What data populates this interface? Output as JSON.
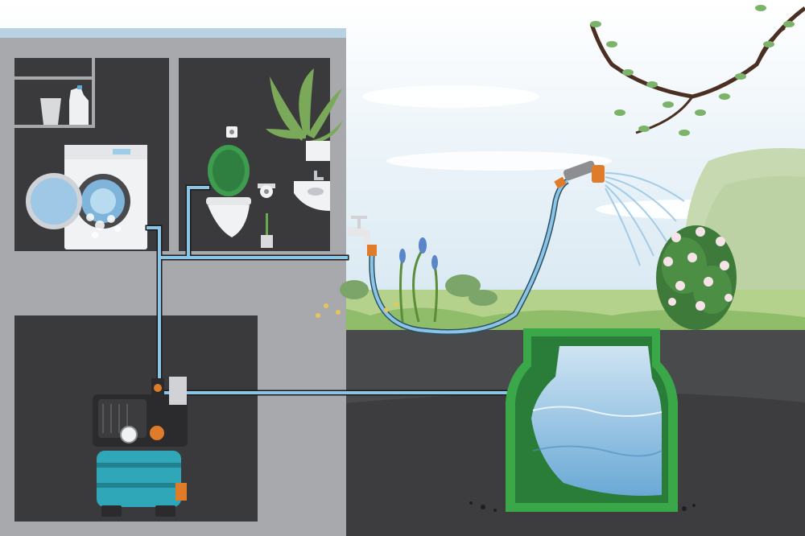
{
  "scene": {
    "subject": "rainwater-harvesting-system",
    "components": {
      "house": {
        "rooms": [
          "laundry-room",
          "bathroom",
          "basement"
        ]
      },
      "laundry": {
        "items": [
          "shelf",
          "bucket",
          "detergent-bottle",
          "washing-machine"
        ]
      },
      "bathroom": {
        "items": [
          "toilet",
          "toilet-paper-holder",
          "toilet-brush",
          "wash-basin",
          "fern-plant",
          "wall-outlet"
        ]
      },
      "basement": {
        "items": [
          "domestic-water-works-pump"
        ]
      },
      "garden": {
        "items": [
          "outdoor-tap",
          "garden-hose",
          "spray-nozzle",
          "rose-bush",
          "flowers",
          "hedge",
          "tree-branch"
        ]
      },
      "cistern": {
        "items": [
          "underground-tank",
          "stored-water"
        ]
      }
    },
    "colors": {
      "sky": "#dde9f2",
      "wall_gray": "#a7a9ac",
      "room_dark": "#3a3a3c",
      "pipe_blue": "#8cc4e6",
      "tank_green": "#3aa748",
      "tank_dark_green": "#2a7d38",
      "water_blue": "#9cc8e6",
      "pump_teal": "#2fa7b8",
      "soil": "#3d3d3f",
      "grass": "#b5d28c"
    }
  }
}
